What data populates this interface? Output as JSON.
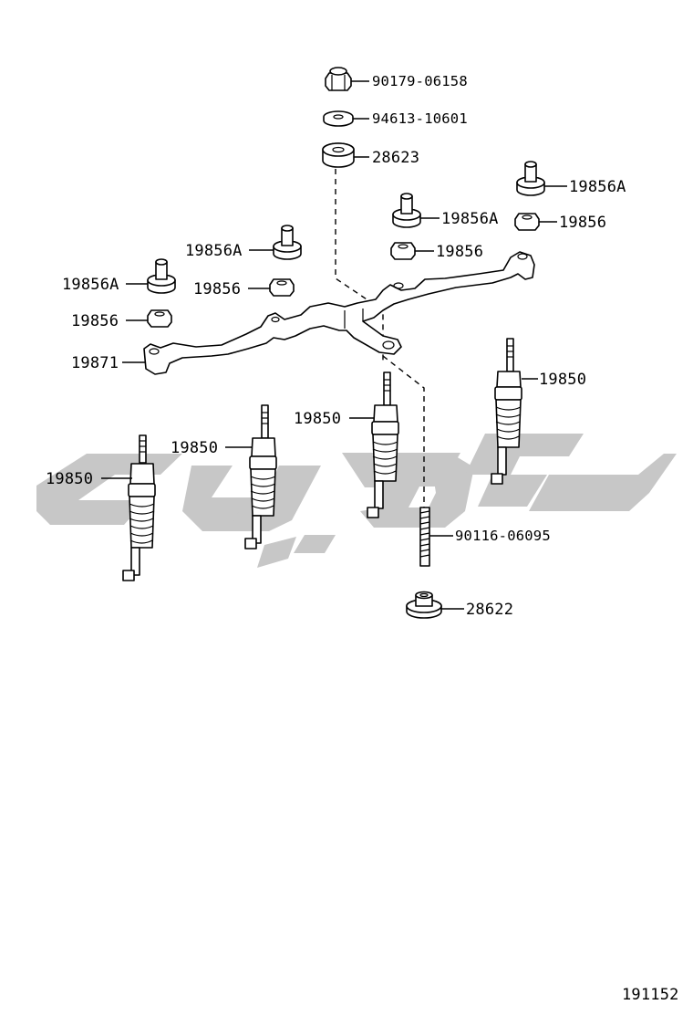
{
  "diagram_id": "191152",
  "colors": {
    "line": "#000000",
    "background": "#ffffff",
    "watermark": "#c7c7c7"
  },
  "parts": {
    "nut_top": "90179-06158",
    "washer_top": "94613-10601",
    "insulator_top": "28623",
    "insulator_a_right": "19856A",
    "nut_right": "19856",
    "insulator_a_center": "19856A",
    "nut_center": "19856",
    "insulator_a_left2": "19856A",
    "nut_left2": "19856",
    "insulator_a_left1": "19856A",
    "nut_left1": "19856",
    "bus_bar": "19871",
    "glow_plug_1": "19850",
    "glow_plug_2": "19850",
    "glow_plug_3": "19850",
    "glow_plug_4": "19850",
    "stud": "90116-06095",
    "insulator_bottom": "28622"
  }
}
